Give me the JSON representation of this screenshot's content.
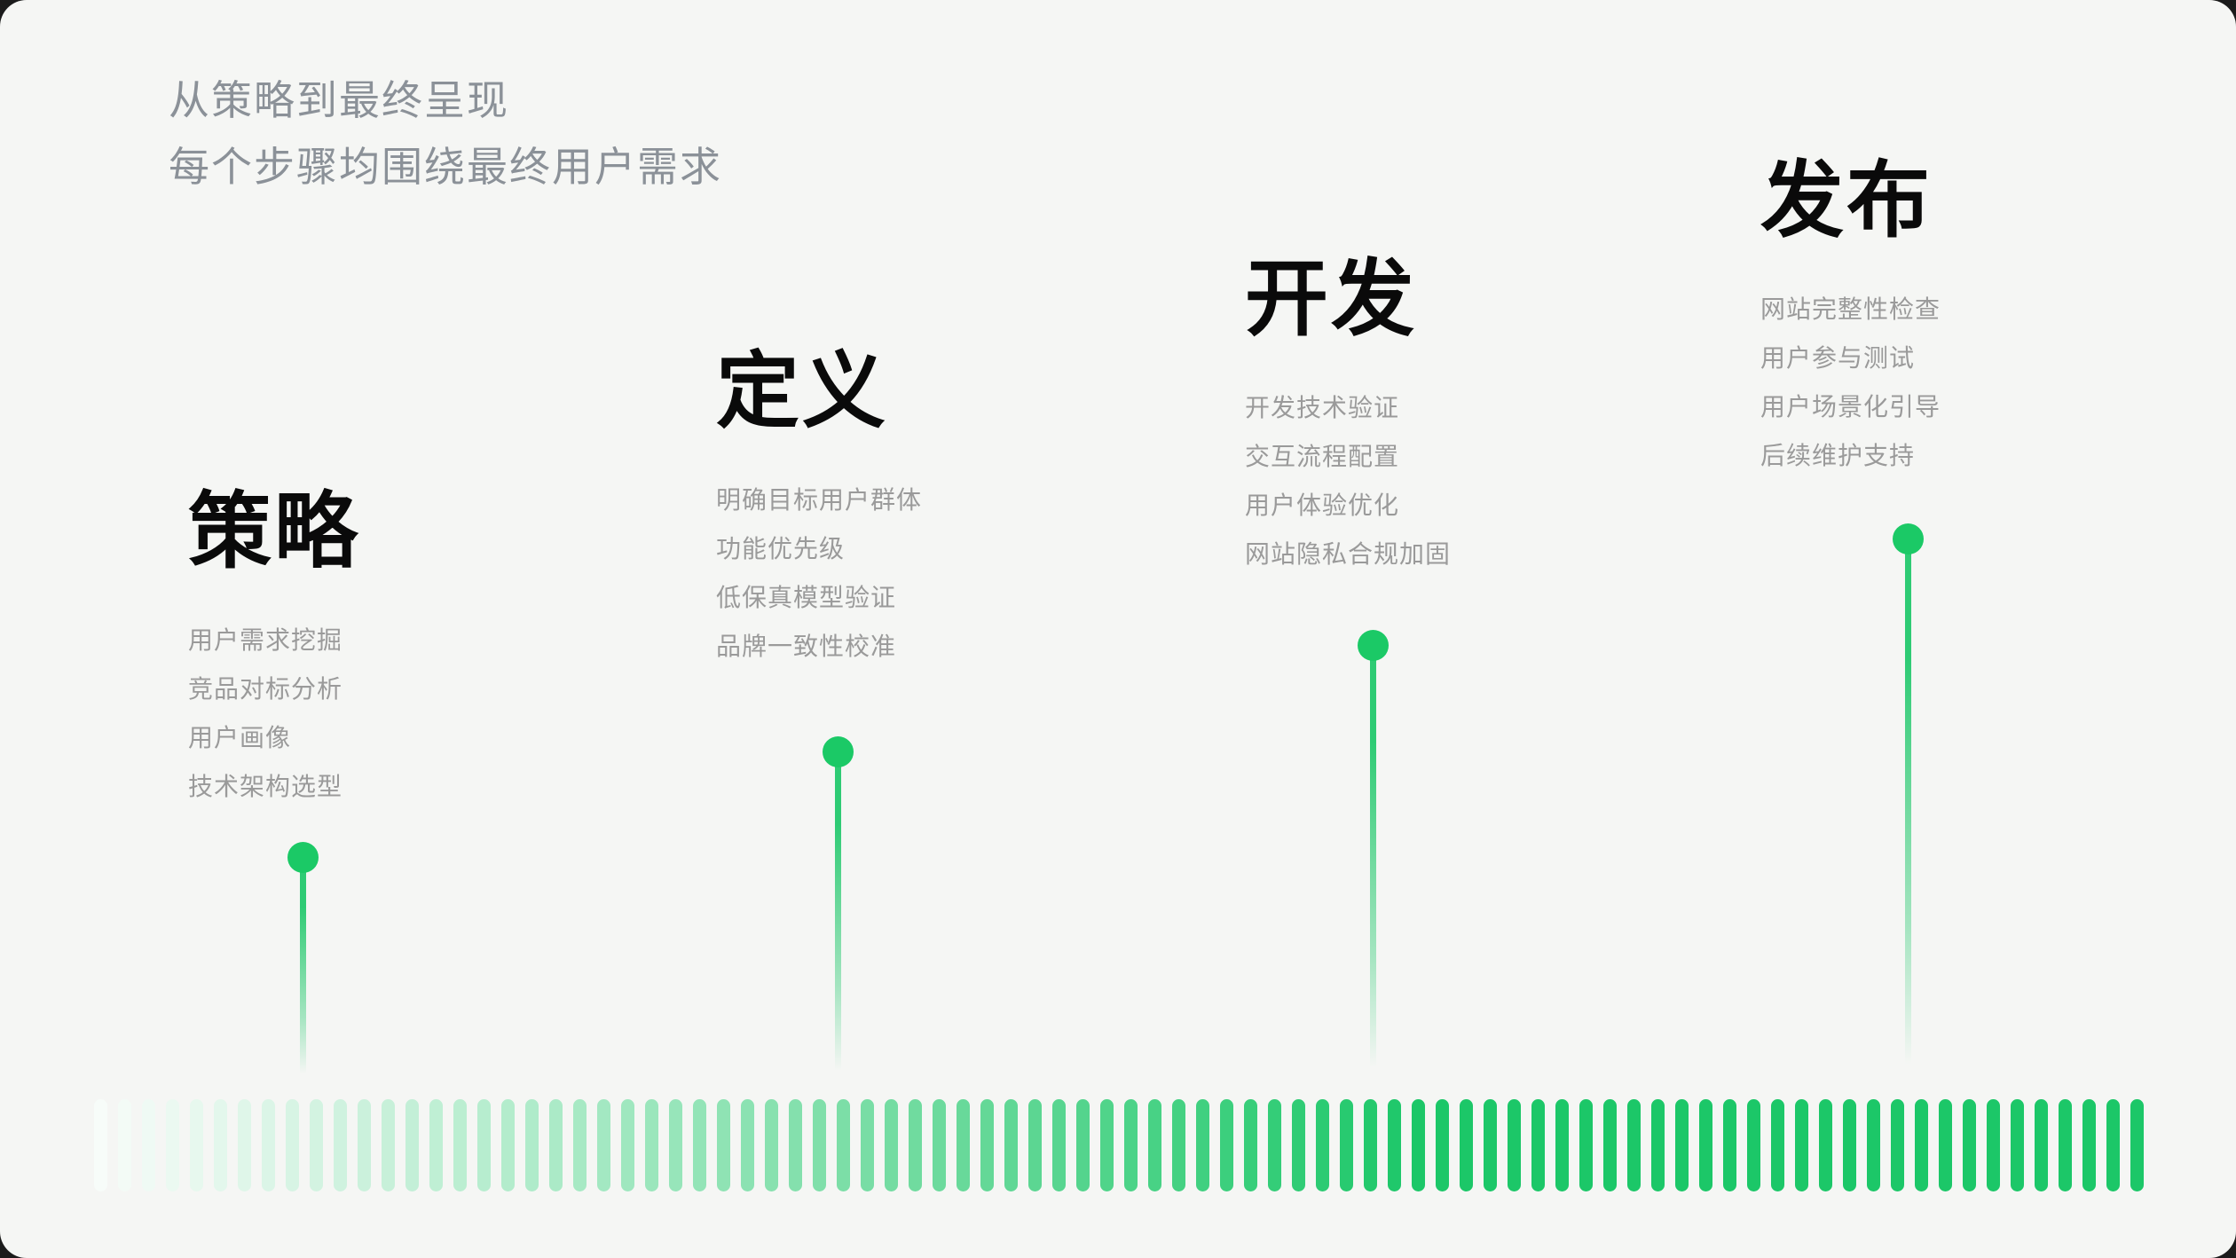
{
  "header": {
    "line1": "从策略到最终呈现",
    "line2": "每个步骤均围绕最终用户需求"
  },
  "stages": [
    {
      "title": "策略",
      "items": [
        "用户需求挖掘",
        "竞品对标分析",
        "用户画像",
        "技术架构选型"
      ]
    },
    {
      "title": "定义",
      "items": [
        "明确目标用户群体",
        "功能优先级",
        "低保真模型验证",
        "品牌一致性校准"
      ]
    },
    {
      "title": "开发",
      "items": [
        "开发技术验证",
        "交互流程配置",
        "用户体验优化",
        "网站隐私合规加固"
      ]
    },
    {
      "title": "发布",
      "items": [
        "网站完整性检查",
        "用户参与测试",
        "用户场景化引导",
        "后续维护支持"
      ]
    }
  ],
  "colors": {
    "background": "#f5f6f4",
    "subtitle_text": "#8b9198",
    "heading_text": "#0a0a0a",
    "item_text": "#9a9a9a",
    "dot_green": "#1bc966",
    "line_green": "#2ecb74",
    "stripe_start": "#f7fcf9",
    "stripe_end": "#1cc768"
  },
  "timeline": {
    "stripe_count": 86,
    "full_color_at": 55
  }
}
